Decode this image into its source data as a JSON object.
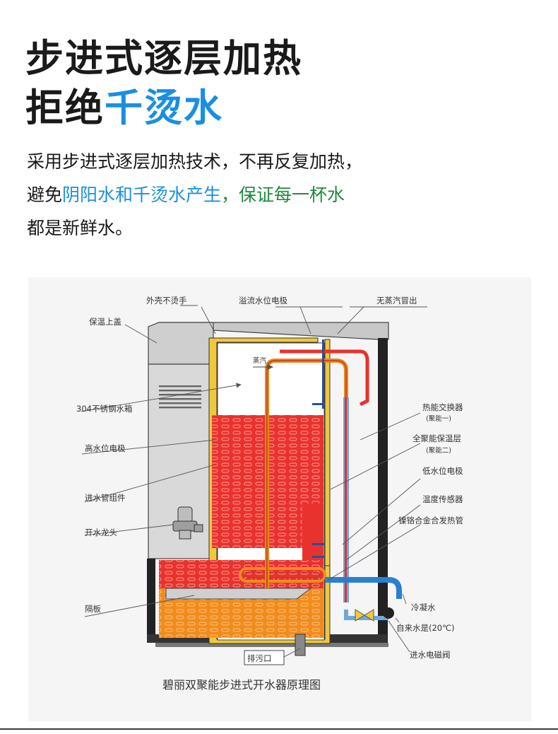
{
  "heading": {
    "line1": "步进式逐层加热",
    "line2_prefix": "拒绝",
    "line2_highlight": "千烫水"
  },
  "description": {
    "line1": "采用步进式逐层加热技术，不再反复加热，",
    "line2_prefix": "避免",
    "line2_highlight": "阴阳水和千烫水产生",
    "line2_suffix": "，保证每一杯水",
    "line3": "都是新鲜水。"
  },
  "diagram": {
    "caption": "碧丽双聚能步进式开水器原理图",
    "steam_arrow": "蒸汽",
    "labels_left": [
      "保温上盖",
      "304不锈钢水箱",
      "高水位电极",
      "进水管组件",
      "开水龙头",
      "隔板"
    ],
    "labels_top": [
      "外壳不烫手",
      "溢流水位电极",
      "无蒸汽冒出"
    ],
    "labels_right": [
      {
        "text": "热能交换器",
        "sub": "(聚能一)"
      },
      {
        "text": "全聚能保温层",
        "sub": "(聚能二)"
      },
      {
        "text": "低水位电极"
      },
      {
        "text": "温度传感器"
      },
      {
        "text": "镍铬合金合发热管"
      },
      {
        "text": "冷凝水"
      },
      {
        "text": "自来水是(20℃)"
      },
      {
        "text": "进水电磁阀"
      }
    ],
    "labels_bottom": [
      "排污口"
    ],
    "colors": {
      "hot_water": "#e8322e",
      "boiling_water": "#f08c1e",
      "insulation": "#f0c83c",
      "cold_pipe": "#2a7fd0",
      "case": "#d8d8d8"
    }
  }
}
